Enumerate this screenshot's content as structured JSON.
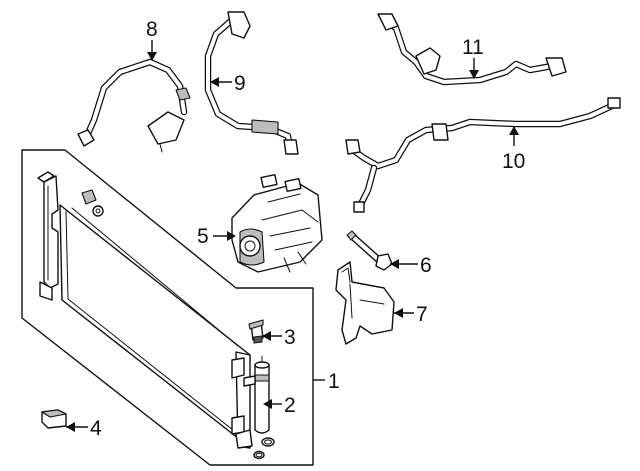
{
  "callouts": [
    {
      "id": "1",
      "label": "1",
      "part": "condenser"
    },
    {
      "id": "2",
      "label": "2",
      "part": "receiver-drier"
    },
    {
      "id": "3",
      "label": "3",
      "part": "pressure-switch"
    },
    {
      "id": "4",
      "label": "4",
      "part": "bracket"
    },
    {
      "id": "5",
      "label": "5",
      "part": "compressor"
    },
    {
      "id": "6",
      "label": "6",
      "part": "bolt"
    },
    {
      "id": "7",
      "label": "7",
      "part": "heat-shield"
    },
    {
      "id": "8",
      "label": "8",
      "part": "discharge-hose"
    },
    {
      "id": "9",
      "label": "9",
      "part": "suction-hose"
    },
    {
      "id": "10",
      "label": "10",
      "part": "liquid-line"
    },
    {
      "id": "11",
      "label": "11",
      "part": "suction-line"
    }
  ],
  "colors": {
    "line": "#111111",
    "shade": "#bdbdbd",
    "background": "#ffffff"
  }
}
